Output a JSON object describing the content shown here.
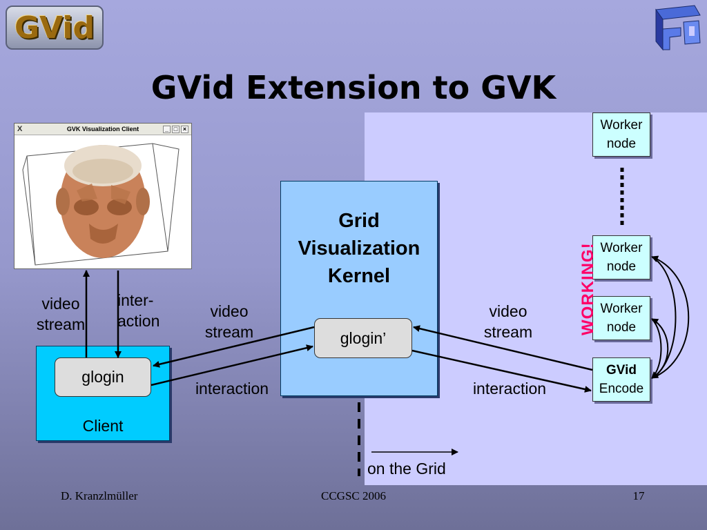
{
  "slide": {
    "title": "GVid Extension to GVK",
    "logo_left": "GVid",
    "logo_right_icon": "gup-logo-icon"
  },
  "viz_window": {
    "title": "GVK Visualization Client",
    "close_glyph": "X",
    "buttons": [
      "_",
      "□",
      "×"
    ]
  },
  "labels": {
    "video_stream_left": "video\nstream",
    "interaction_client": "inter-\naction",
    "video_stream_mid": "video\nstream",
    "interaction_mid": "interaction",
    "video_stream_right": "video\nstream",
    "interaction_right": "interaction",
    "on_the_grid": "on the Grid",
    "working": "WORKING!"
  },
  "client": {
    "glogin": "glogin",
    "label": "Client"
  },
  "gvk": {
    "title": "Grid\nVisualization\nKernel",
    "glogin": "glogin’"
  },
  "nodes": {
    "worker_top": {
      "line1": "Worker",
      "line2": "node"
    },
    "worker_mid": {
      "line1": "Worker",
      "line2": "node"
    },
    "worker_low": {
      "line1": "Worker",
      "line2": "node"
    },
    "gvid_encode": {
      "line1": "GVid",
      "line2": "Encode"
    }
  },
  "footer": {
    "author": "D. Kranzlmüller",
    "event": "CCGSC 2006",
    "page": "17"
  },
  "colors": {
    "client_box": "#00ccff",
    "gvk_box": "#99ccff",
    "grid_region": "#ccccff",
    "node_fill": "#ccffff",
    "working": "#ff0066"
  }
}
